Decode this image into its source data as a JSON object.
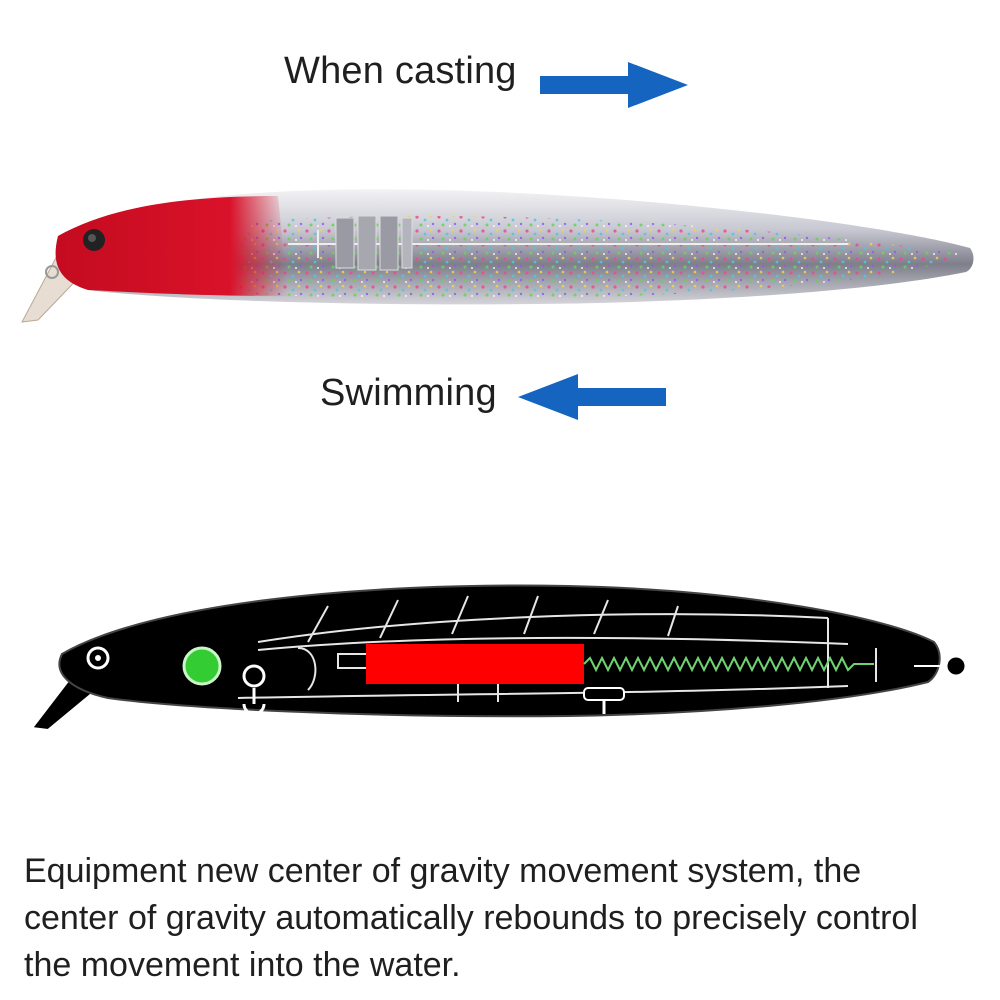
{
  "labels": {
    "casting": "When casting",
    "swimming": "Swimming"
  },
  "arrows": {
    "casting_direction": "right",
    "swimming_direction": "left",
    "color": "#1565c0"
  },
  "colors": {
    "lure_head": "#d9122a",
    "weight_bar": "#ff0000",
    "gravity_ball": "#33cc33",
    "spring": "#6fd46f",
    "diagram_body": "#000000"
  },
  "caption": {
    "lines": [
      "Equipment new center of gravity movement system, the",
      "center of gravity automatically rebounds to precisely control",
      "the movement into the water."
    ]
  }
}
